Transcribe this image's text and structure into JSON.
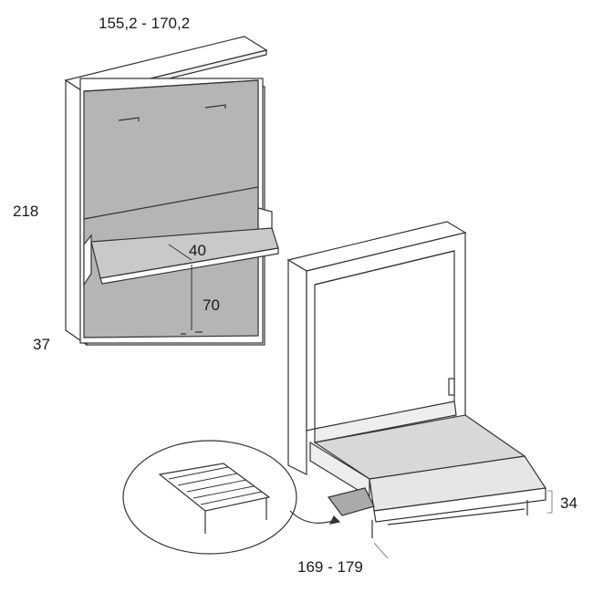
{
  "dimensions": {
    "width_closed": "155,2 - 170,2",
    "height": "218",
    "desk_depth": "40",
    "desk_height": "70",
    "depth_closed": "37",
    "bed_height": "34",
    "length_open": "169 - 179"
  },
  "colors": {
    "panel": "#b5b5b5",
    "line": "#333333",
    "shelf": "#c9c9c9"
  }
}
